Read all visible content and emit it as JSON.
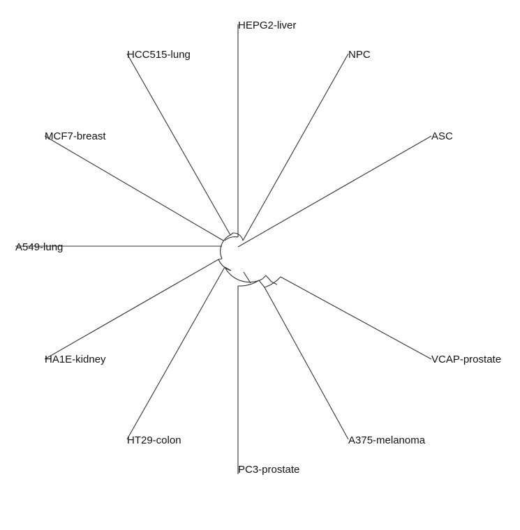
{
  "figure": {
    "type": "circular-phylogenetic-tree",
    "line_color": "#333333",
    "text_color": "#111111",
    "background": "#ffffff"
  },
  "tips": [
    {
      "key": "hepg2",
      "label": "HEPG2-liver"
    },
    {
      "key": "npc",
      "label": "NPC"
    },
    {
      "key": "asc",
      "label": "ASC"
    },
    {
      "key": "vcap",
      "label": "VCAP-prostate"
    },
    {
      "key": "a375",
      "label": "A375-melanoma"
    },
    {
      "key": "pc3",
      "label": "PC3-prostate"
    },
    {
      "key": "ht29",
      "label": "HT29-colon"
    },
    {
      "key": "ha1e",
      "label": "HA1E-kidney"
    },
    {
      "key": "a549",
      "label": "A549-lung"
    },
    {
      "key": "mcf7",
      "label": "MCF7-breast"
    },
    {
      "key": "hcc515",
      "label": "HCC515-lung"
    }
  ]
}
